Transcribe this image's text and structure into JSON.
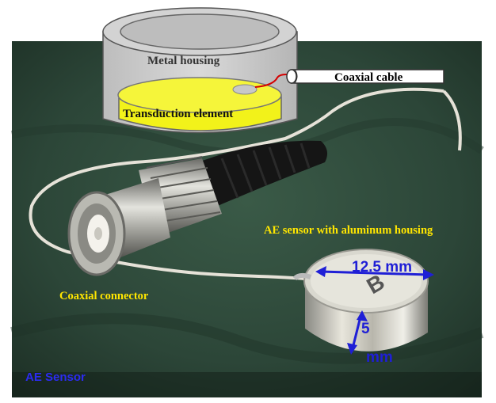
{
  "labels": {
    "metal_housing": "Metal housing",
    "transduction_element": "Transduction element",
    "coaxial_cable": "Coaxial cable",
    "ae_sensor_with_housing": "AE sensor with aluminum housing",
    "coaxial_connector": "Coaxial connector",
    "diameter": "12.5 mm",
    "height_value": "5",
    "height_unit": "mm",
    "ae_sensor": "AE Sensor"
  },
  "colors": {
    "background_cloth": "#2f4b3c",
    "label_yellow": "#ffe600",
    "dimension_blue": "#1f1fd6",
    "element_yellow": "#f2f21a",
    "housing_gray": "#c8c8c8"
  }
}
